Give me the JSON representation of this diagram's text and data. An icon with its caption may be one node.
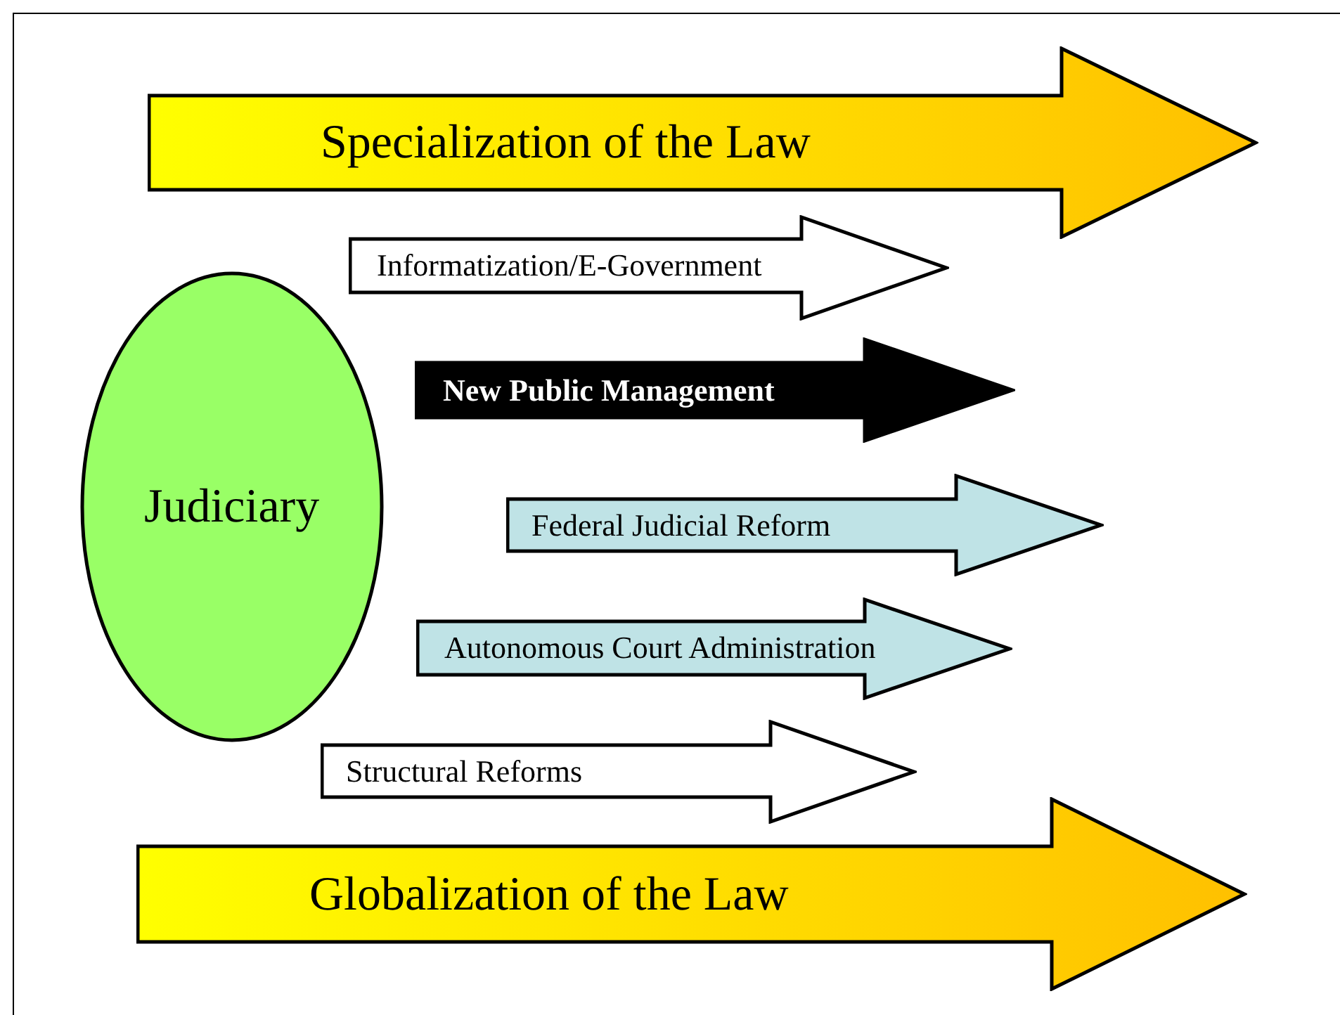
{
  "diagram": {
    "nodes": [
      {
        "text": [
          "Specialization of the Law"
        ]
      },
      {
        "text": [
          "Informatization/E-Government"
        ]
      },
      {
        "text": [
          "New Public Management"
        ]
      },
      {
        "text": [
          "Judiciary"
        ]
      },
      {
        "text": [
          "Federal Judicial Reform"
        ]
      },
      {
        "text": [
          "Autonomous Court Administration"
        ]
      },
      {
        "text": [
          "Structural Reforms"
        ]
      },
      {
        "text": [
          "Globalization of the Law"
        ]
      }
    ]
  }
}
